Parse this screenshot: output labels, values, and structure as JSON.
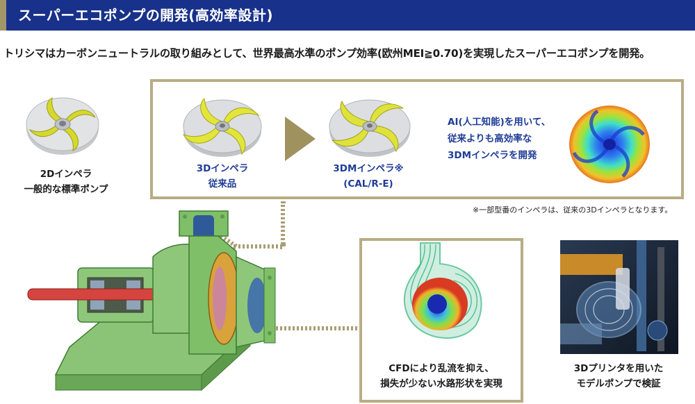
{
  "header": {
    "title": "スーパーエコポンプの開発(高効率設計)"
  },
  "intro": {
    "text": "トリシマはカーボンニュートラルの取り組みとして、世界最高水準のポンプ効率(欧州MEI≧0.70)を実現したスーパーエコポンプを開発。"
  },
  "impellers": {
    "impeller_2d": {
      "line1": "2Dインペラ",
      "line2": "一般的な標準ポンプ"
    },
    "impeller_3d": {
      "line1": "3Dインペラ",
      "line2": "従来品"
    },
    "impeller_3dm": {
      "line1": "3DMインペラ※",
      "line2": "(CAL/R-E)"
    },
    "ai": {
      "line1": "AI(人工知能)を用いて、",
      "line2": "従来よりも高効率な",
      "line3": "3DMインペラを開発"
    },
    "note": "※一部型番のインペラは、従来の3Dインペラとなります。"
  },
  "cfd": {
    "line1": "CFDにより乱流を抑え、",
    "line2": "損失が少ない水路形状を実現"
  },
  "printer": {
    "line1": "3Dプリンタを用いた",
    "line2": "モデルポンプで検証"
  },
  "colors": {
    "header_bg": "#18318a",
    "accent_gold": "#b8ac84",
    "caption_blue": "#1f3c96",
    "impeller_yellow": "#dfe23a",
    "pump_green": "#7fc46a"
  }
}
